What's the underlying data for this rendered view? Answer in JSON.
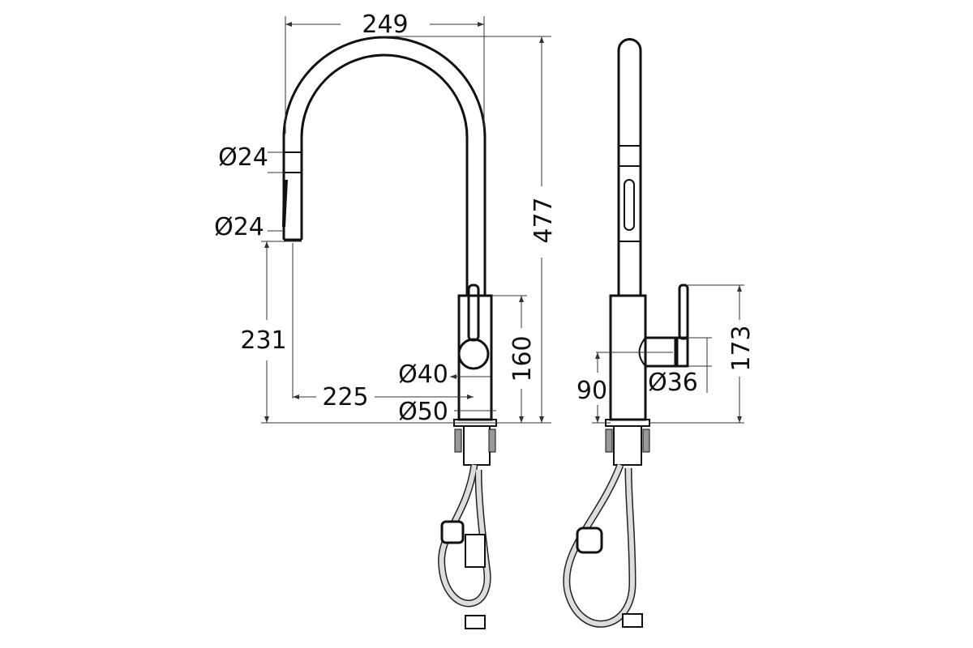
{
  "title": "Pull-out kitchen faucet dimension drawing",
  "front_view": {
    "width_label": "249",
    "height_label": "477",
    "spray_diameter_top": "Ø24",
    "spray_diameter_bottom": "Ø24",
    "spout_outlet_height": "231",
    "reach": "225",
    "body_diameter": "Ø40",
    "base_diameter": "Ø50",
    "body_height": "160"
  },
  "side_view": {
    "handle_height": "173",
    "handle_axis_height": "90",
    "handle_diameter": "Ø36"
  }
}
